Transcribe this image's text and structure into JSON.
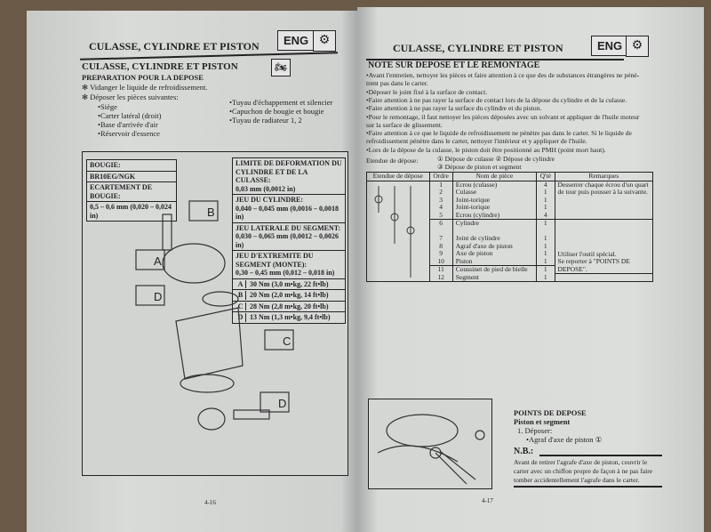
{
  "left_page": {
    "header": "CULASSE, CYLINDRE ET PISTON",
    "eng_badge": "ENG",
    "section_title": "CULASSE, CYLINDRE ET PISTON",
    "subtitle": "PREPARATION POUR LA DEPOSE",
    "steps": [
      "✻ Vidanger le liquide de refroidissement.",
      "✻ Déposer les pièces suivantes:"
    ],
    "parts_col1": [
      "•Siège",
      "•Carter latéral (droit)",
      "•Base d'arrivée d'air",
      "•Réservoir d'essence"
    ],
    "parts_col2": [
      "•Tuyau d'échappement et silencier",
      "•Capuchon de bougie et bougie",
      "•Tuyau de radiateur 1, 2"
    ],
    "spark_box": [
      "BOUGIE:",
      "BR10EG/NGK",
      "ECARTEMENT DE BOUGIE:",
      "0,5 – 0,6 mm (0,020 – 0,024 in)"
    ],
    "specs": [
      {
        "label": "LIMITE DE DEFORMATION DU CYLINDRE ET DE LA CULASSE:",
        "value": "0,03 mm (0,0012 in)"
      },
      {
        "label": "JEU DU CYLINDRE:",
        "value": "0,040 – 0,045 mm (0,0016 – 0,0018 in)"
      },
      {
        "label": "JEU LATERALE DU SEGMENT:",
        "value": "0,030 – 0,065 mm (0,0012 – 0,0026 in)"
      },
      {
        "label": "JEU D'EXTREMITE DU SEGMENT (MONTE):",
        "value": "0,30 – 0,45 mm (0,012 – 0,018 in)"
      }
    ],
    "torques": [
      {
        "key": "A",
        "value": "30 Nm (3,0 m•kg, 22 ft•lb)"
      },
      {
        "key": "B",
        "value": "20 Nm (2,0 m•kg, 14 ft•lb)"
      },
      {
        "key": "C",
        "value": "28 Nm (2,8 m•kg, 20 ft•lb)"
      },
      {
        "key": "D",
        "value": "13 Nm (1,3 m•kg, 9,4 ft•lb)"
      }
    ],
    "page_number": "4-16"
  },
  "right_page": {
    "header": "CULASSE, CYLINDRE ET PISTON",
    "eng_badge": "ENG",
    "note_title": "NOTE SUR DEPOSE ET LE REMONTAGE",
    "notes": [
      "•Avant l'entretien, nettoyer les pièces et faire attention à ce que des de substances étrangères ne pénè-",
      "  trent pas dans le carter.",
      "•Déposer le joint fixé à la surface de contact.",
      "•Faire attention à ne pas rayer la surface de contact lors de la dépose du cylindre et de la culasse.",
      "•Faire attention à ne pas rayer la surface du cylindre et du piston.",
      "•Pour le remontage, il faut nettoyer les pièces déposées avec un solvant et appliquer de l'huile moteur",
      "  sur la surface de glissement.",
      "•Faire attention à ce que le liquide de refroidissement ne pénètre pas dans le carter. Si le liquide de",
      "  refroidissement pénètre dans le carter, nettoyer l'intérieur et y appliquer de l'huile.",
      "•Lors de la dépose de la culasse, le piston doit être positionné au PMH (point mort haut)."
    ],
    "extent_label": "Etendue de dépose:",
    "extents": [
      "① Dépose de culasse  ② Dépose de cylindre",
      "③ Dépose de piston et segment"
    ],
    "table": {
      "headers": [
        "Etendue de dépose",
        "Ordre",
        "Nom de pièce",
        "Q'té",
        "Remarques"
      ],
      "rows": [
        [
          "1",
          "Ecrou (culasse)",
          "4"
        ],
        [
          "2",
          "Culasse",
          "1"
        ],
        [
          "3",
          "Joint-torique",
          "1"
        ],
        [
          "4",
          "Joint-torique",
          "1"
        ],
        [
          "5",
          "Ecrou (cylindre)",
          "4"
        ],
        [
          "6",
          "Cylindre",
          "1"
        ],
        [
          "7",
          "Joint de cylindre",
          "1"
        ],
        [
          "8",
          "Agraf d'axe de piston",
          "1"
        ],
        [
          "9",
          "Axe de piston",
          "1"
        ],
        [
          "10",
          "Piston",
          "1"
        ],
        [
          "11",
          "Coussinet de pied de bielle",
          "1"
        ],
        [
          "12",
          "Segment",
          "1"
        ]
      ],
      "remark_1": "Desserrer chaque écrou d'un quart de tour puis pousser à la suivante.",
      "remark_2": "Utiliser l'outil spécial.",
      "remark_3": "Se reporter à \"POINTS DE DEPOSE\"."
    },
    "points_title": "POINTS DE DEPOSE",
    "points_sub": "Piston et segment",
    "points_step": "1. Déposer:",
    "points_item": "•Agraf d'axe de piston ①",
    "nb_label": "N.B.:",
    "nb_text": [
      "Avant de retirer l'agrafe d'axe de piston, couvrir le",
      "carter avec un chiffon propre de façon à ne pas faire",
      "tomber accidentellement l'agrafe dans le carter."
    ],
    "page_number": "4-17"
  }
}
